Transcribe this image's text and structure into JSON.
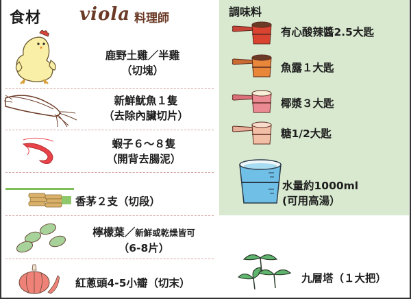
{
  "header": {
    "title": "食材",
    "brand": "viola",
    "brand_suffix": "料理師"
  },
  "ingredients": [
    {
      "icon": "chicken-icon",
      "line1": "鹿野土雞／半雞",
      "line2": "（切塊）"
    },
    {
      "icon": "squid-icon",
      "line1": "新鮮魷魚１隻",
      "line2": "（去除內臟切片）"
    },
    {
      "icon": "shrimp-icon",
      "line1": "蝦子６～８隻",
      "line2": "（開背去腸泥）"
    },
    {
      "icon": "lemongrass-icon",
      "line1": "香茅２支（切段）"
    },
    {
      "icon": "lemon-leaf-icon",
      "line1_main": "檸檬葉／",
      "line1_small": "新鮮或乾燥皆可",
      "line2": "（6-8片）"
    },
    {
      "icon": "shallot-icon",
      "line1": "紅蔥頭4-5小瓣（切末）"
    }
  ],
  "seasonings": {
    "title": "調味料",
    "items": [
      {
        "icon": "measuring-spoon-red-icon",
        "color": "#d9432f",
        "label": "有心酸辣醬2.5大匙"
      },
      {
        "icon": "measuring-spoon-orange-icon",
        "color": "#e8873a",
        "label": "魚露１大匙"
      },
      {
        "icon": "measuring-spoon-pink-icon",
        "color": "#ec8a93",
        "label": "椰漿３大匙"
      },
      {
        "icon": "measuring-spoon-peach-icon",
        "color": "#f2bfa6",
        "label": "糖1/2大匙"
      },
      {
        "icon": "measuring-cup-blue-icon",
        "color": "#6fbfe6",
        "label_line1": "水量約1000ml",
        "label_line2": "(可用高湯）"
      }
    ]
  },
  "extra": {
    "icon": "basil-sprout-icon",
    "label": "九層塔（１大把）"
  },
  "colors": {
    "green_panel": "#d8e9cf",
    "brand": "#6b3a26",
    "dash": "#d4a3a3"
  }
}
